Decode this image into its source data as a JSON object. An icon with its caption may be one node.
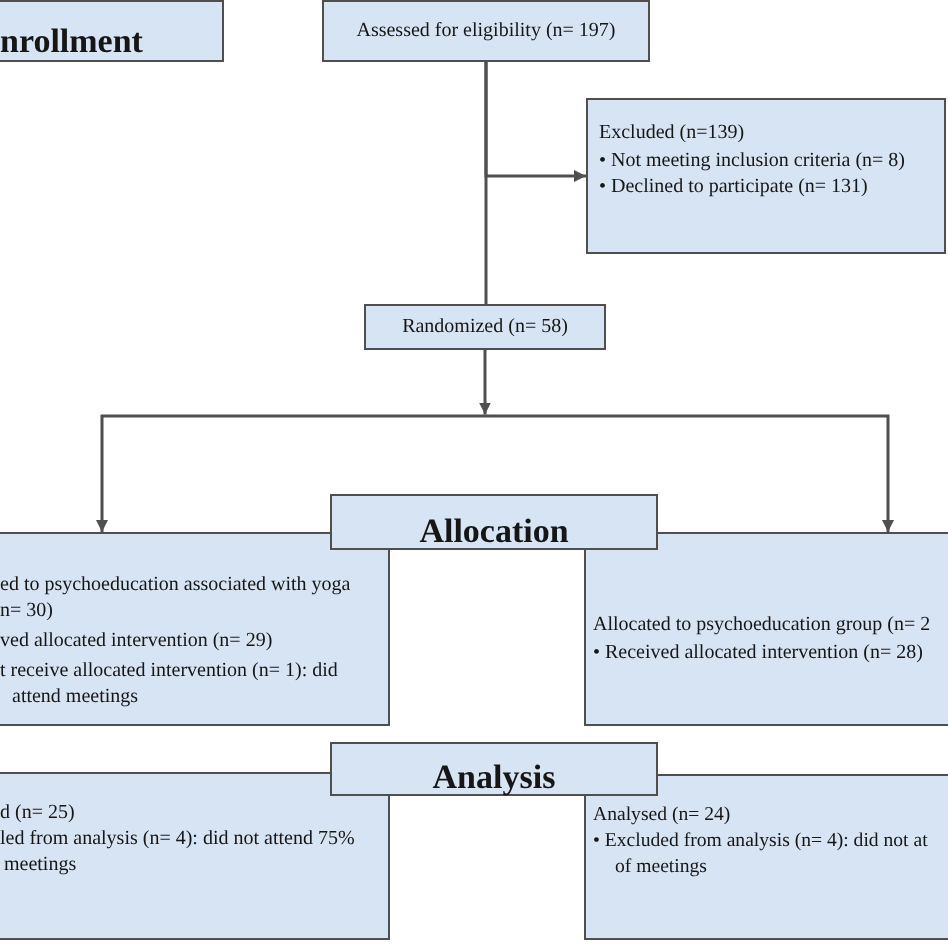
{
  "diagram": {
    "nodes": [
      {
        "text": [
          "nrollment"
        ]
      },
      {
        "text": [
          "Assessed for eligibility (n= 197)"
        ]
      },
      {
        "text": [
          "Excluded (n=139)",
          "• Not meeting inclusion criteria (n= 8)",
          "• Declined to participate (n= 131)"
        ]
      },
      {
        "text": [
          "Randomized (n= 58)"
        ]
      },
      {
        "text": [
          "Allocation"
        ]
      },
      {
        "text": [
          "ed to psychoeducation associated with yoga n= 30)",
          "ved allocated intervention (n= 29)",
          "t receive allocated intervention (n= 1): did attend meetings"
        ]
      },
      {
        "text": [
          "Allocated to psychoeducation group (n= 2",
          "• Received allocated intervention (n= 28)"
        ]
      },
      {
        "text": [
          "Analysis"
        ]
      },
      {
        "text": [
          "d (n= 25)",
          "led from analysis (n= 4): did not attend 75% meetings"
        ]
      },
      {
        "text": [
          "Analysed (n= 24)",
          "• Excluded from analysis (n= 4): did not at of meetings"
        ]
      }
    ],
    "edges": [
      {
        "from": 1,
        "to": 3,
        "arrow": "none"
      },
      {
        "from": 1,
        "to": 2,
        "arrow": "to"
      },
      {
        "from": 3,
        "to": 5,
        "arrow": "to"
      },
      {
        "from": 3,
        "to": 6,
        "arrow": "to"
      }
    ]
  }
}
